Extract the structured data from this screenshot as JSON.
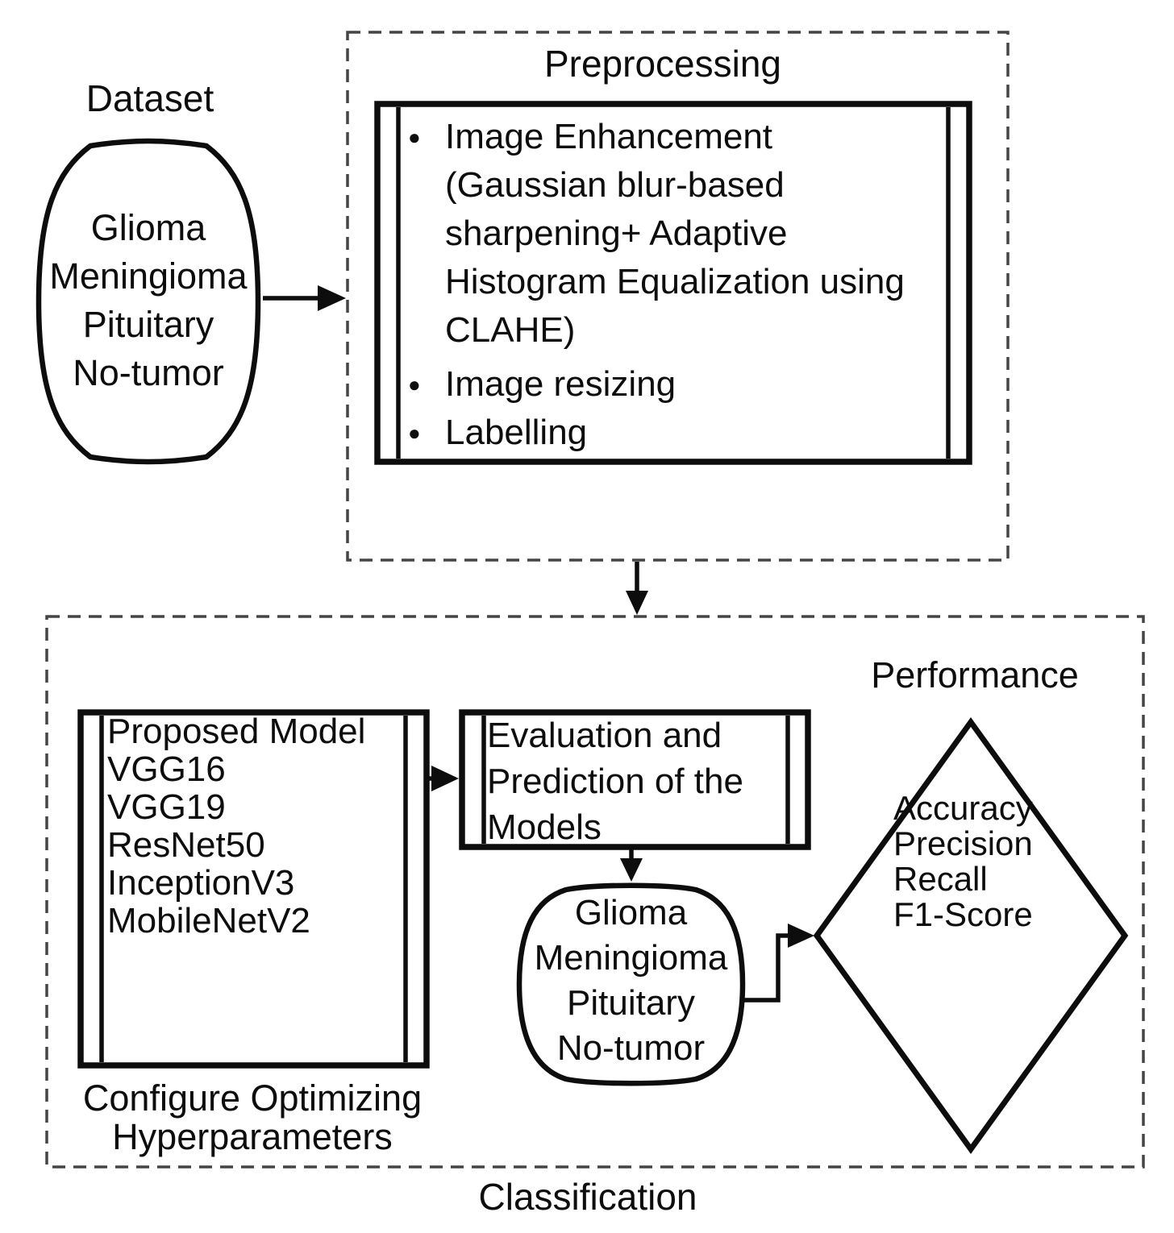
{
  "colors": {
    "ink": "#0d0d0d",
    "dash": "#454545",
    "bg": "#ffffff"
  },
  "dataset": {
    "label": "Dataset",
    "classes": [
      "Glioma",
      "Meningioma",
      "Pituitary",
      "No-tumor"
    ]
  },
  "preprocessing": {
    "title": "Preprocessing",
    "steps": [
      {
        "text": "Image Enhancement"
      },
      {
        "text": "(Gaussian blur-based"
      },
      {
        "text": "sharpening+ Adaptive"
      },
      {
        "text": "Histogram Equalization using"
      },
      {
        "text": "CLAHE)"
      },
      {
        "text": "Image resizing"
      },
      {
        "text": "Labelling"
      }
    ]
  },
  "classification": {
    "label": "Classification",
    "models": [
      "Proposed Model",
      "VGG16",
      "VGG19",
      "ResNet50",
      "InceptionV3",
      "MobileNetV2"
    ],
    "hyperparameters_caption": {
      "line1": "Configure Optimizing",
      "line2": "Hyperparameters"
    },
    "evaluation": {
      "lines": [
        "Evaluation and",
        "Prediction of the",
        "Models"
      ]
    },
    "output_classes": [
      "Glioma",
      "Meningioma",
      "Pituitary",
      "No-tumor"
    ],
    "performance": {
      "label": "Performance",
      "metrics": [
        "Accuracy",
        "Precision",
        "Recall",
        "F1-Score"
      ]
    }
  }
}
